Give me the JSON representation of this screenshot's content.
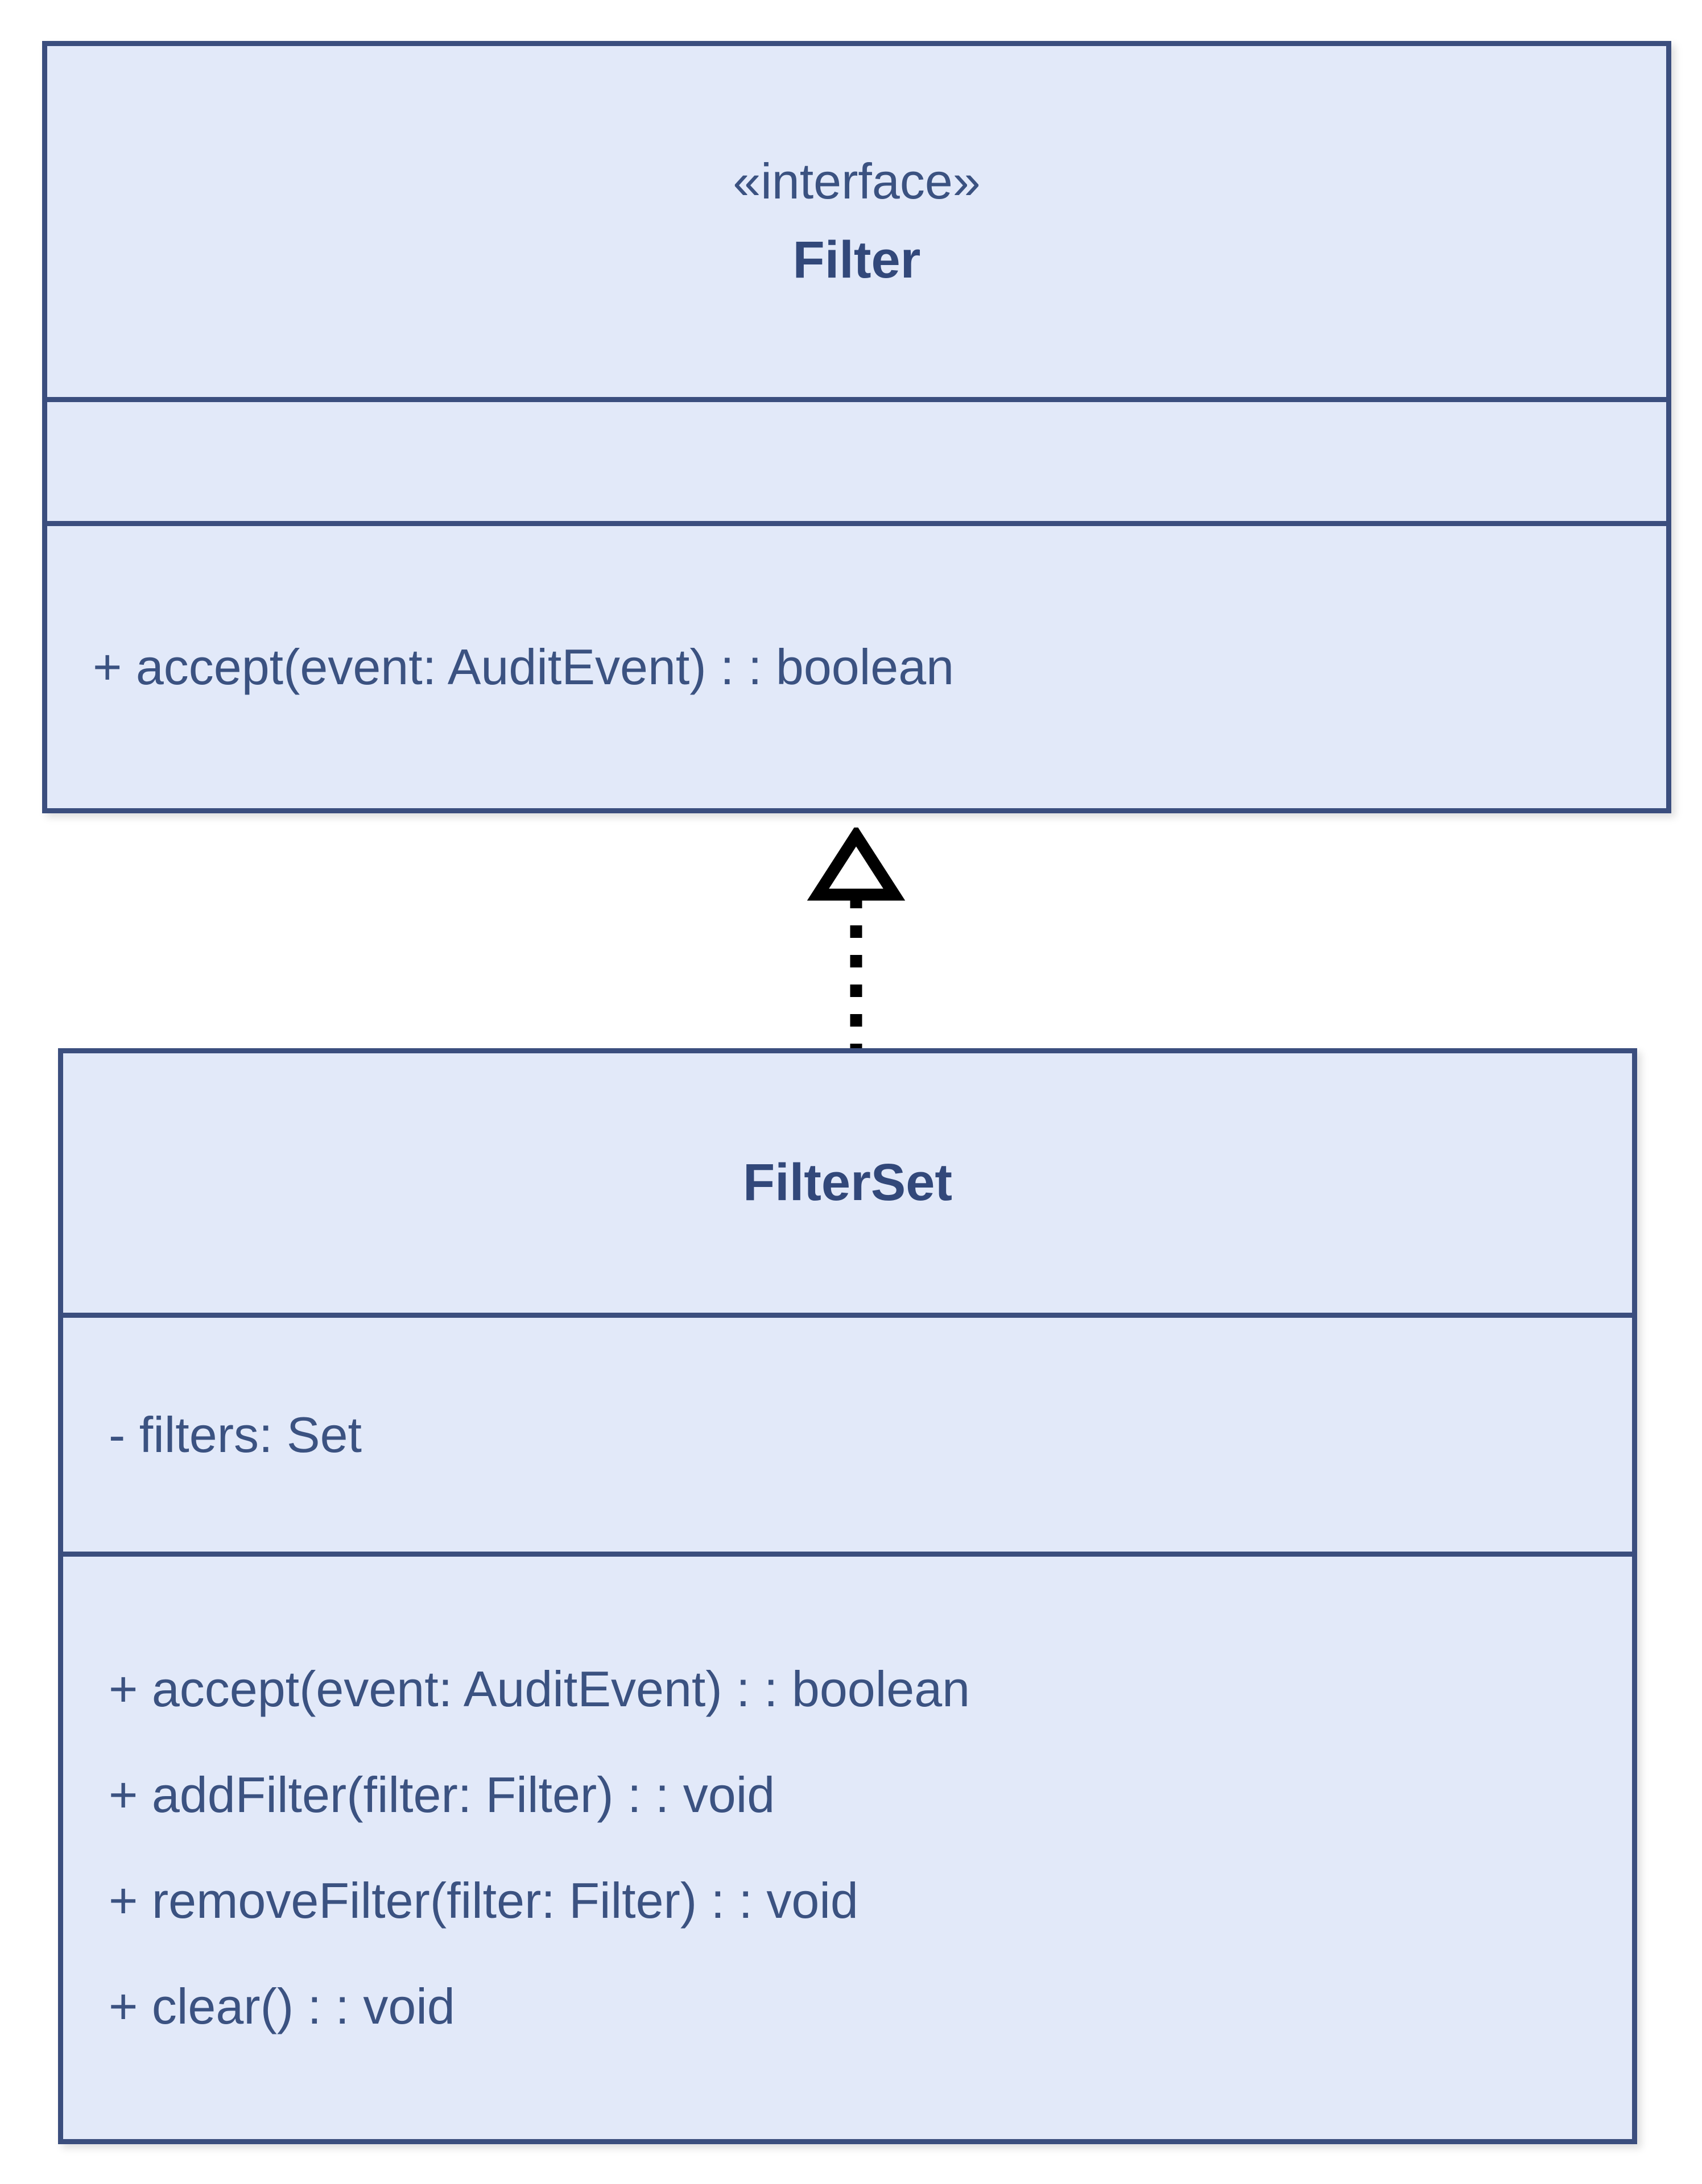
{
  "diagram": {
    "type": "uml-class-diagram",
    "background_color": "#ffffff",
    "palette": {
      "class_fill": "#e2e9f9",
      "class_border": "#3b4e7e",
      "text": "#3b5281",
      "title_text": "#32487a",
      "relationship_line": "#000000"
    },
    "classes": [
      {
        "id": "filter",
        "stereotype": "«interface»",
        "name": "Filter",
        "attributes": [],
        "methods": [
          "+ accept(event: AuditEvent) : : boolean"
        ]
      },
      {
        "id": "filterset",
        "stereotype": "",
        "name": "FilterSet",
        "attributes": [
          "- filters: Set"
        ],
        "methods": [
          "+ accept(event: AuditEvent) : : boolean",
          "+ addFilter(filter: Filter) : : void",
          "+ removeFilter(filter: Filter) : : void",
          "+ clear() : : void"
        ]
      }
    ],
    "relationships": [
      {
        "id": "filterset-realizes-filter",
        "kind": "realization",
        "source": "FilterSet",
        "target": "Filter",
        "line_style": "dotted",
        "arrow_head": "hollow-triangle",
        "label": ""
      }
    ]
  }
}
